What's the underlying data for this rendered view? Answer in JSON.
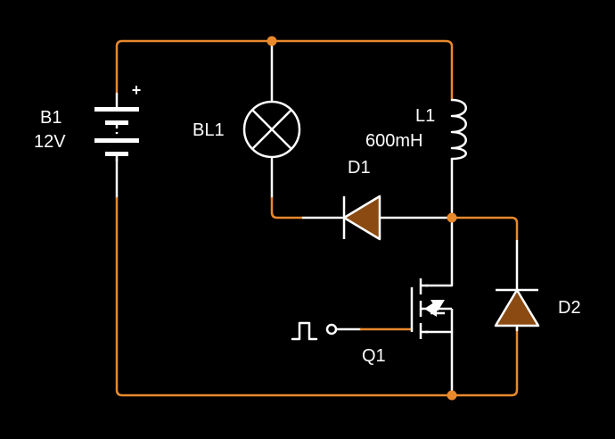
{
  "colors": {
    "background": "#000000",
    "wire_active": "#e8892c",
    "wire_idle": "#ffffff",
    "diode_fill": "#8b4a12",
    "junction": "#e8892c"
  },
  "components": {
    "battery": {
      "ref": "B1",
      "value": "12V",
      "polarity": "+"
    },
    "lamp": {
      "ref": "BL1"
    },
    "inductor": {
      "ref": "L1",
      "value": "600mH"
    },
    "diode1": {
      "ref": "D1"
    },
    "diode2": {
      "ref": "D2"
    },
    "mosfet": {
      "ref": "Q1"
    },
    "signal_source": {
      "icon": "square-pulse-icon"
    }
  }
}
